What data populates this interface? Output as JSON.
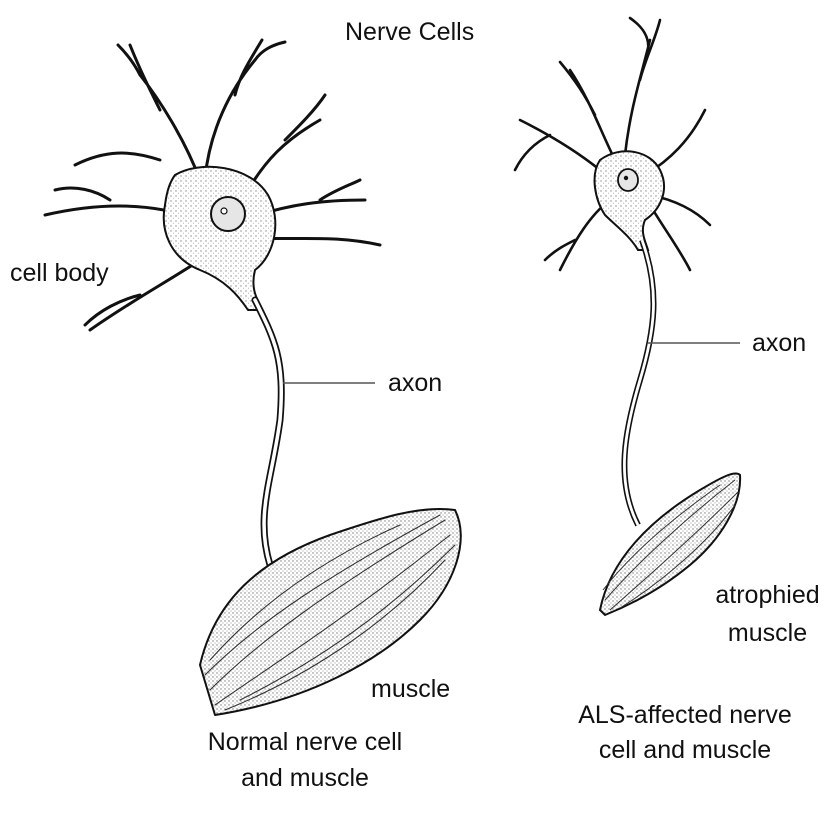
{
  "title": "Nerve Cells",
  "labels": {
    "cell_body": "cell body",
    "axon_left": "axon",
    "muscle_left": "muscle",
    "caption_left_line1": "Normal nerve cell",
    "caption_left_line2": "and muscle",
    "axon_right": "axon",
    "atrophied_line1": "atrophied",
    "atrophied_line2": "muscle",
    "caption_right_line1": "ALS-affected nerve",
    "caption_right_line2": "cell and muscle"
  },
  "colors": {
    "ink": "#111111",
    "stipple": "#9a9a9a",
    "leader": "#555555"
  }
}
